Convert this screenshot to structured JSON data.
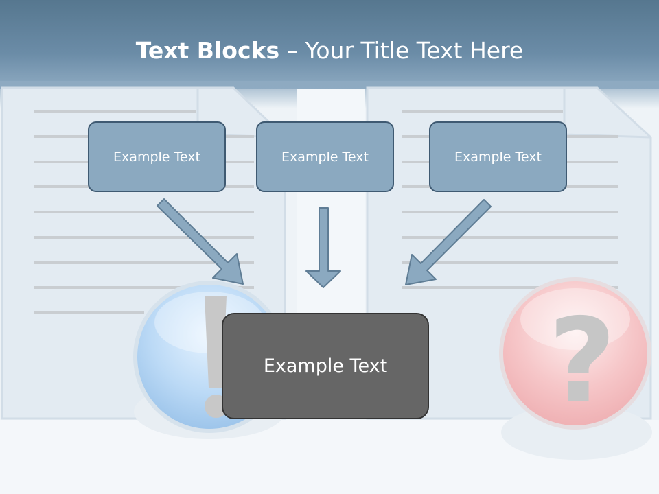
{
  "title": {
    "bold": "Text Blocks",
    "separator": "–",
    "rest": "Your Title Text Here"
  },
  "boxes": [
    {
      "label": "Example Text"
    },
    {
      "label": "Example Text"
    },
    {
      "label": "Example Text"
    }
  ],
  "main_box": {
    "label": "Example Text"
  },
  "icons": {
    "left": "exclamation-icon",
    "right": "question-icon"
  },
  "colors": {
    "header": "#6b8ca7",
    "box_fill": "#8ba9c0",
    "box_border": "#3f5a72",
    "main_box_fill": "#666666",
    "arrow": "#8ba9c0"
  }
}
